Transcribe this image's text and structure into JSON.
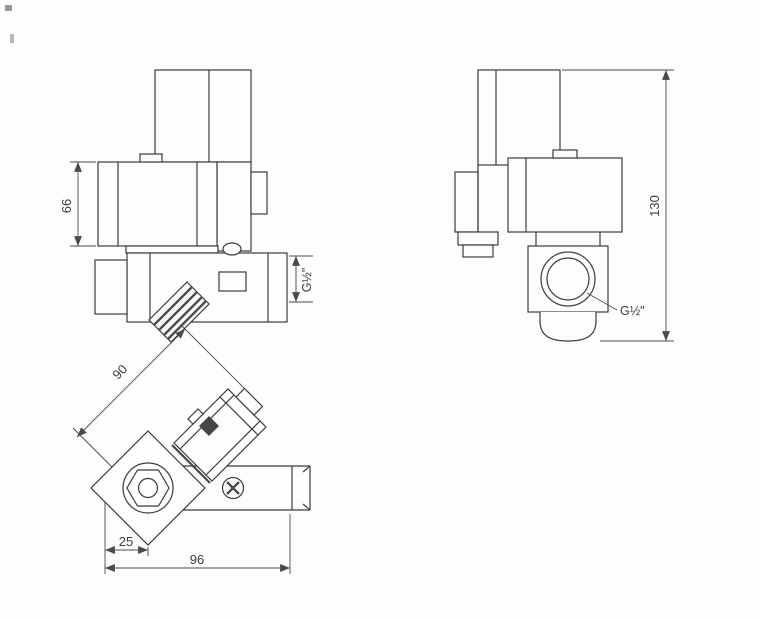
{
  "drawing": {
    "labels": {
      "dim_66": "66",
      "dim_130": "130",
      "dim_90": "90",
      "dim_25": "25",
      "dim_96": "96",
      "thread_front": "G½\"",
      "thread_side": "G½\""
    }
  }
}
